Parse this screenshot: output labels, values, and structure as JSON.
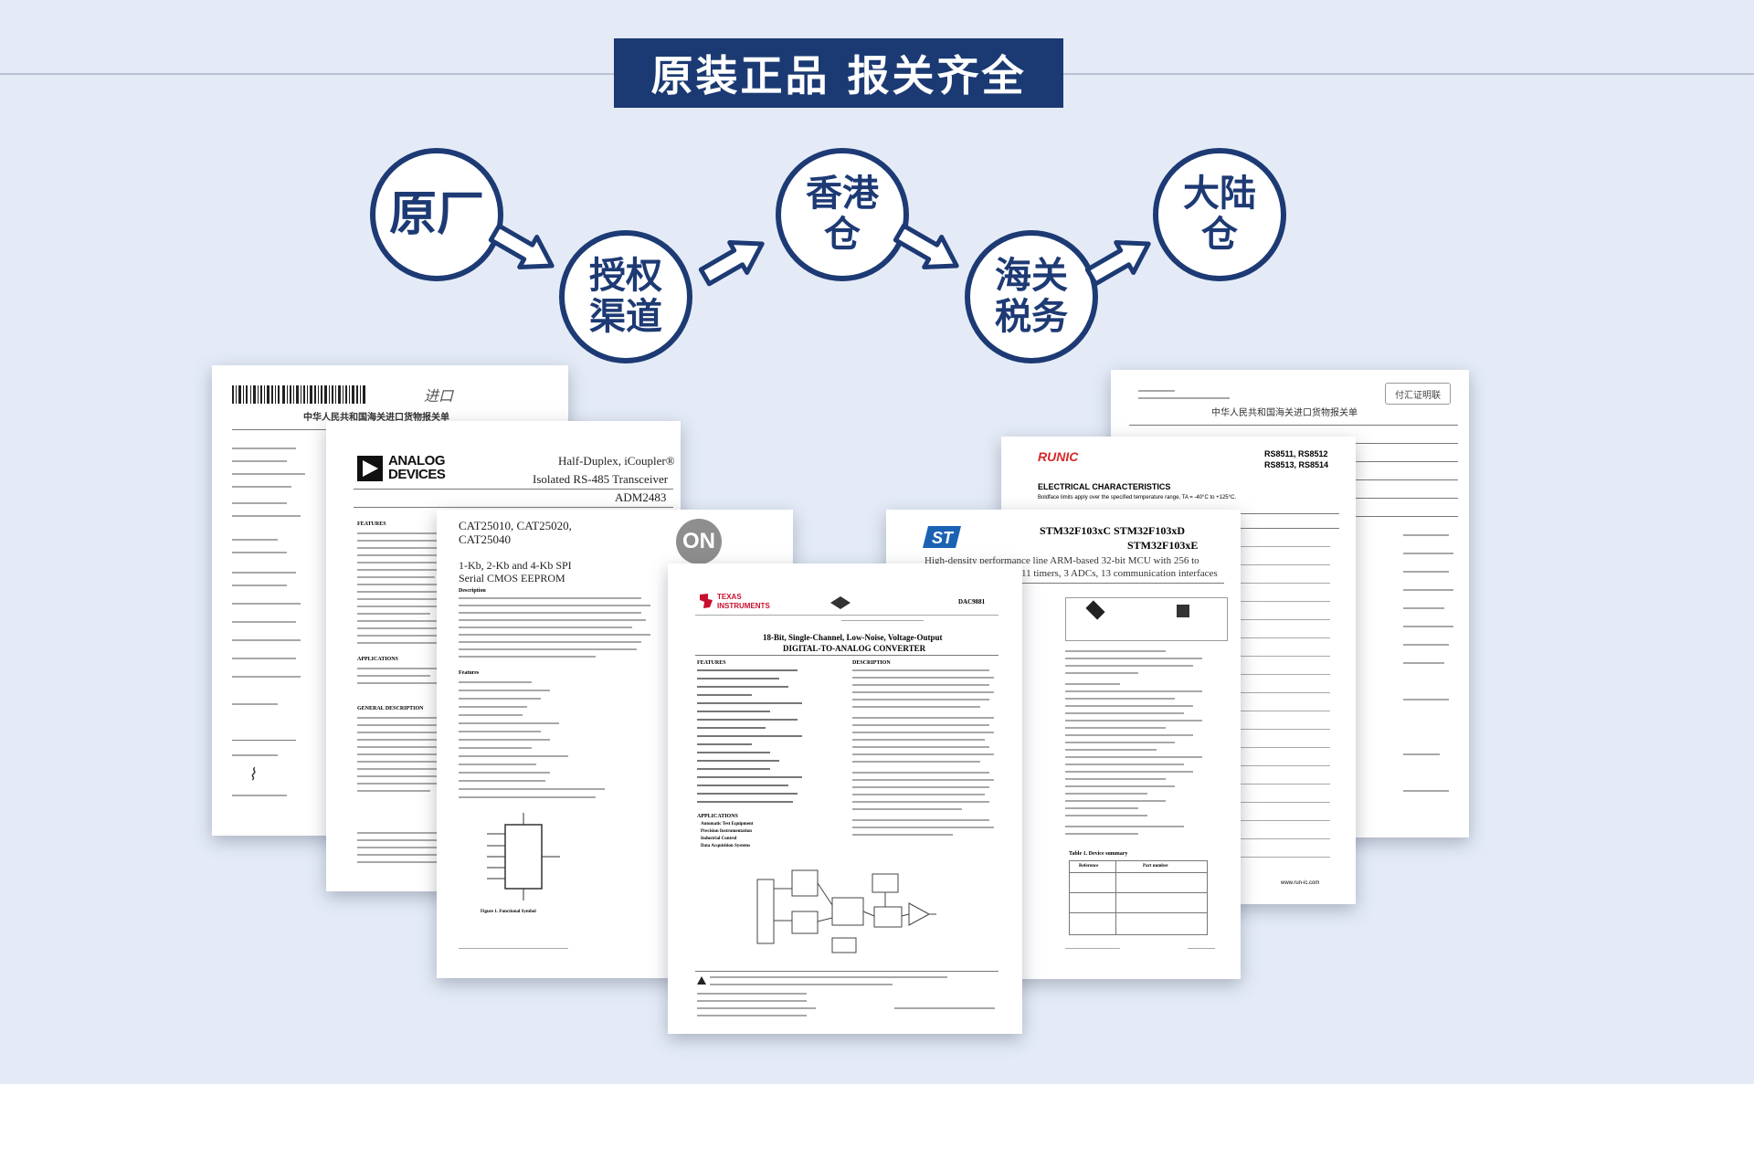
{
  "title": "原装正品 报关齐全",
  "flow_steps": [
    {
      "label": "原厂"
    },
    {
      "label": "授权\n渠道"
    },
    {
      "label": "香港\n仓"
    },
    {
      "label": "海关\n税务"
    },
    {
      "label": "大陆\n仓"
    }
  ],
  "documents": {
    "customs_left": {
      "header": "中华人民共和国海关进口货物报关单",
      "stamp": "进口"
    },
    "analog": {
      "brand": "ANALOG DEVICES",
      "title_line1": "Half-Duplex, iCoupler®",
      "title_line2": "Isolated RS-485 Transceiver",
      "part": "ADM2483",
      "features": "FEATURES",
      "applications": "APPLICATIONS",
      "general": "GENERAL DESCRIPTION"
    },
    "on_semi": {
      "logo": "ON",
      "parts": "CAT25010, CAT25020, CAT25040",
      "subtitle": "1-Kb, 2-Kb and 4-Kb SPI Serial CMOS EEPROM",
      "description": "Description",
      "features": "Features",
      "figure": "Figure 1. Functional Symbol"
    },
    "texas": {
      "brand_line1": "TEXAS",
      "brand_line2": "INSTRUMENTS",
      "part": "DAC9881",
      "title_line1": "18-Bit, Single-Channel, Low-Noise, Voltage-Output",
      "title_line2": "DIGITAL-TO-ANALOG CONVERTER",
      "features": "FEATURES",
      "description": "DESCRIPTION",
      "applications": "APPLICATIONS",
      "app_items": [
        "Automatic Test Equipment",
        "Precision Instrumentation",
        "Industrial Control",
        "Data Acquisition Systems"
      ]
    },
    "st": {
      "logo": "ST",
      "part_line1": "STM32F103xC STM32F103xD",
      "part_line2": "STM32F103xE",
      "desc_line1": "High-density performance line ARM-based 32-bit MCU with 256 to",
      "desc_line2": "11 timers, 3 ADCs, 13 communication interfaces",
      "table_title": "Table 1.     Device summary",
      "col_reference": "Reference",
      "col_part": "Part number"
    },
    "runic": {
      "brand": "RUNIC",
      "part_line1": "RS8511, RS8512",
      "part_line2": "RS8513, RS8514",
      "section": "ELECTRICAL CHARACTERISTICS",
      "note": "Boldface limits apply over the specified temperature range, TA = -40°C to +125°C.",
      "website": "www.run-ic.com"
    },
    "customs_right": {
      "header": "中华人民共和国海关进口货物报关单",
      "stamp": "付汇证明联"
    }
  },
  "colors": {
    "navy": "#1b3a73",
    "panel_bg": "#e4ebf7",
    "ti_red": "#c8102e",
    "st_blue": "#1b61b4",
    "runic_red": "#d42a2a"
  }
}
